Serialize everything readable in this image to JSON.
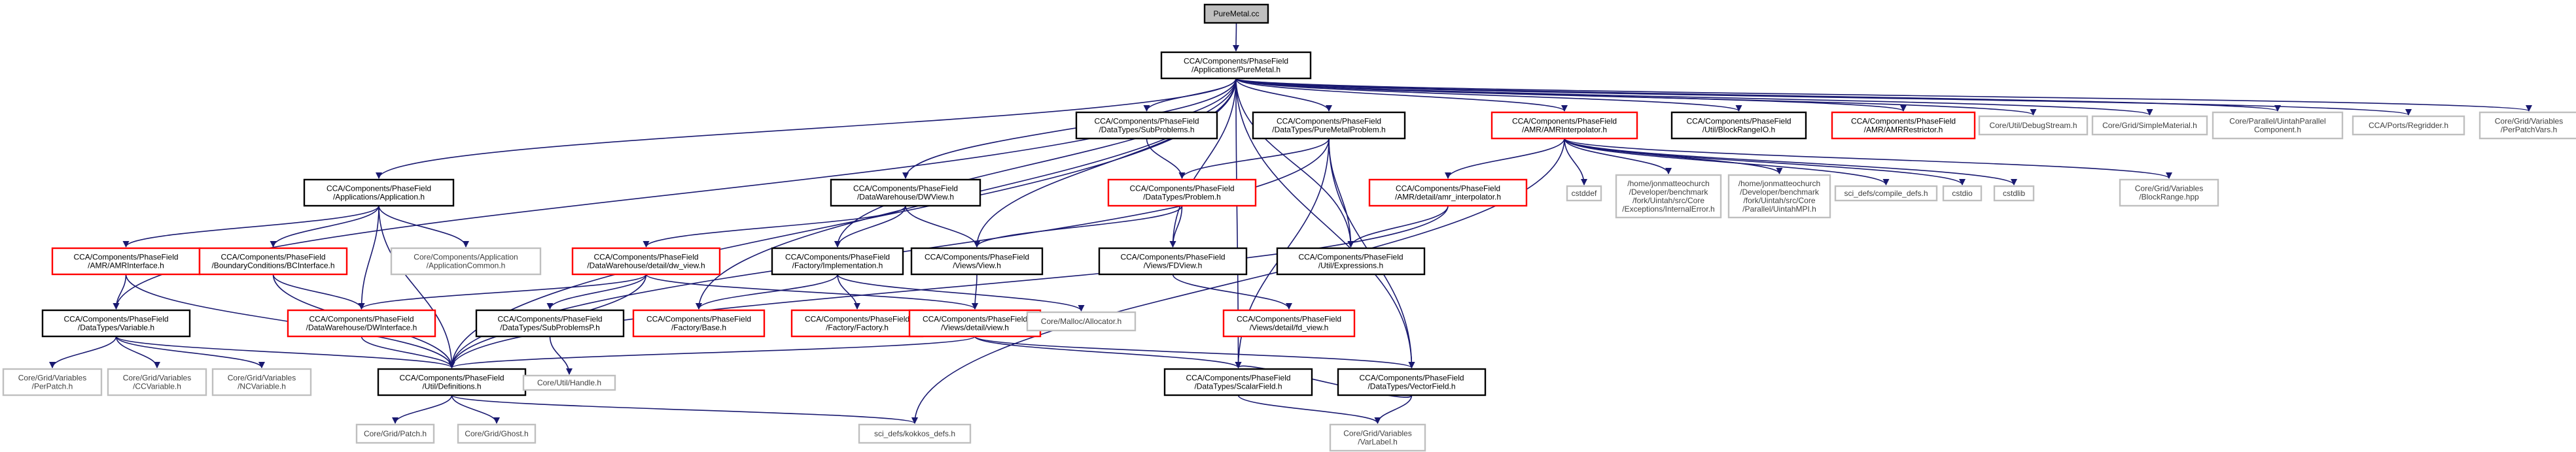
{
  "graph": {
    "nodes": [
      {
        "id": "root",
        "lines": [
          "PureMetal.cc"
        ],
        "style": "root"
      },
      {
        "id": "app_pm",
        "lines": [
          "CCA/Components/PhaseField",
          "/Applications/PureMetal.h"
        ],
        "style": "black"
      },
      {
        "id": "app_app",
        "lines": [
          "CCA/Components/PhaseField",
          "/Applications/Application.h"
        ],
        "style": "black"
      },
      {
        "id": "dw_dwview",
        "lines": [
          "CCA/Components/PhaseField",
          "/DataWarehouse/DWView.h"
        ],
        "style": "black"
      },
      {
        "id": "dt_subproblems",
        "lines": [
          "CCA/Components/PhaseField",
          "/DataTypes/SubProblems.h"
        ],
        "style": "black"
      },
      {
        "id": "dt_pmproblem",
        "lines": [
          "CCA/Components/PhaseField",
          "/DataTypes/PureMetalProblem.h"
        ],
        "style": "black"
      },
      {
        "id": "amr_interp",
        "lines": [
          "CCA/Components/PhaseField",
          "/AMR/AMRInterpolator.h"
        ],
        "style": "red"
      },
      {
        "id": "util_blockrange",
        "lines": [
          "CCA/Components/PhaseField",
          "/Util/BlockRangeIO.h"
        ],
        "style": "black"
      },
      {
        "id": "amr_restrictor",
        "lines": [
          "CCA/Components/PhaseField",
          "/AMR/AMRRestrictor.h"
        ],
        "style": "red"
      },
      {
        "id": "core_debug",
        "lines": [
          "Core/Util/DebugStream.h"
        ],
        "style": "gray"
      },
      {
        "id": "core_simplemat",
        "lines": [
          "Core/Grid/SimpleMaterial.h"
        ],
        "style": "gray"
      },
      {
        "id": "core_uintah",
        "lines": [
          "Core/Parallel/UintahParallel",
          "Component.h"
        ],
        "style": "gray"
      },
      {
        "id": "cca_regridder",
        "lines": [
          "CCA/Ports/Regridder.h"
        ],
        "style": "gray"
      },
      {
        "id": "core_perpatchvars",
        "lines": [
          "Core/Grid/Variables",
          "/PerPatchVars.h"
        ],
        "style": "gray"
      },
      {
        "id": "amr_interface",
        "lines": [
          "CCA/Components/PhaseField",
          "/AMR/AMRInterface.h"
        ],
        "style": "red"
      },
      {
        "id": "bc_interface",
        "lines": [
          "CCA/Components/PhaseField",
          "/BoundaryConditions/BCInterface.h"
        ],
        "style": "red"
      },
      {
        "id": "app_common",
        "lines": [
          "Core/Components/Application",
          "/ApplicationCommon.h"
        ],
        "style": "gray"
      },
      {
        "id": "dw_detail",
        "lines": [
          "CCA/Components/PhaseField",
          "/DataWarehouse/detail/dw_view.h"
        ],
        "style": "red"
      },
      {
        "id": "factory_impl",
        "lines": [
          "CCA/Components/PhaseField",
          "/Factory/Implementation.h"
        ],
        "style": "black"
      },
      {
        "id": "views_view",
        "lines": [
          "CCA/Components/PhaseField",
          "/Views/View.h"
        ],
        "style": "black"
      },
      {
        "id": "dt_problem",
        "lines": [
          "CCA/Components/PhaseField",
          "/DataTypes/Problem.h"
        ],
        "style": "red"
      },
      {
        "id": "views_fdview",
        "lines": [
          "CCA/Components/PhaseField",
          "/Views/FDView.h"
        ],
        "style": "black"
      },
      {
        "id": "amr_interp2",
        "lines": [
          "CCA/Components/PhaseField",
          "/AMR/detail/amr_interpolator.h"
        ],
        "style": "red"
      },
      {
        "id": "util_expr",
        "lines": [
          "CCA/Components/PhaseField",
          "/Util/Expressions.h"
        ],
        "style": "black"
      },
      {
        "id": "cstddef",
        "lines": [
          "cstddef"
        ],
        "style": "gray"
      },
      {
        "id": "home_internal",
        "lines": [
          "/home/jonmatteochurch",
          "/Developer/benchmark",
          "/fork/Uintah/src/Core",
          "/Exceptions/InternalError.h"
        ],
        "style": "gray"
      },
      {
        "id": "home_mpi",
        "lines": [
          "/home/jonmatteochurch",
          "/Developer/benchmark",
          "/fork/Uintah/src/Core",
          "/Parallel/UintahMPI.h"
        ],
        "style": "gray"
      },
      {
        "id": "sci_compile",
        "lines": [
          "sci_defs/compile_defs.h"
        ],
        "style": "gray"
      },
      {
        "id": "cstdio",
        "lines": [
          "cstdio"
        ],
        "style": "gray"
      },
      {
        "id": "cstdlib",
        "lines": [
          "cstdlib"
        ],
        "style": "gray"
      },
      {
        "id": "core_blockrange",
        "lines": [
          "Core/Grid/Variables",
          "/BlockRange.hpp"
        ],
        "style": "gray"
      },
      {
        "id": "dt_variable",
        "lines": [
          "CCA/Components/PhaseField",
          "/DataTypes/Variable.h"
        ],
        "style": "black"
      },
      {
        "id": "dw_dwinterface",
        "lines": [
          "CCA/Components/PhaseField",
          "/DataWarehouse/DWInterface.h"
        ],
        "style": "red"
      },
      {
        "id": "dt_subproblemsp",
        "lines": [
          "CCA/Components/PhaseField",
          "/DataTypes/SubProblemsP.h"
        ],
        "style": "black"
      },
      {
        "id": "factory_base",
        "lines": [
          "CCA/Components/PhaseField",
          "/Factory/Base.h"
        ],
        "style": "red"
      },
      {
        "id": "factory_factory",
        "lines": [
          "CCA/Components/PhaseField",
          "/Factory/Factory.h"
        ],
        "style": "red"
      },
      {
        "id": "views_detail_view",
        "lines": [
          "CCA/Components/PhaseField",
          "/Views/detail/view.h"
        ],
        "style": "red"
      },
      {
        "id": "views_detail_fd",
        "lines": [
          "CCA/Components/PhaseField",
          "/Views/detail/fd_view.h"
        ],
        "style": "red"
      },
      {
        "id": "core_malloc",
        "lines": [
          "Core/Malloc/Allocator.h"
        ],
        "style": "gray"
      },
      {
        "id": "core_perpatch",
        "lines": [
          "Core/Grid/Variables",
          "/PerPatch.h"
        ],
        "style": "gray"
      },
      {
        "id": "core_ccvariable",
        "lines": [
          "Core/Grid/Variables",
          "/CCVariable.h"
        ],
        "style": "gray"
      },
      {
        "id": "core_ncvariable",
        "lines": [
          "Core/Grid/Variables",
          "/NCVariable.h"
        ],
        "style": "gray"
      },
      {
        "id": "util_definitions",
        "lines": [
          "CCA/Components/PhaseField",
          "/Util/Definitions.h"
        ],
        "style": "black"
      },
      {
        "id": "core_handle",
        "lines": [
          "Core/Util/Handle.h"
        ],
        "style": "gray"
      },
      {
        "id": "dt_scalarfield",
        "lines": [
          "CCA/Components/PhaseField",
          "/DataTypes/ScalarField.h"
        ],
        "style": "black"
      },
      {
        "id": "dt_vectorfield",
        "lines": [
          "CCA/Components/PhaseField",
          "/DataTypes/VectorField.h"
        ],
        "style": "black"
      },
      {
        "id": "core_patch",
        "lines": [
          "Core/Grid/Patch.h"
        ],
        "style": "gray"
      },
      {
        "id": "core_ghost",
        "lines": [
          "Core/Grid/Ghost.h"
        ],
        "style": "gray"
      },
      {
        "id": "sci_kokkos",
        "lines": [
          "sci_defs/kokkos_defs.h"
        ],
        "style": "gray"
      },
      {
        "id": "core_varlabel",
        "lines": [
          "Core/Grid/Variables",
          "/VarLabel.h"
        ],
        "style": "gray"
      }
    ],
    "edges": [
      [
        "root",
        "app_pm"
      ],
      [
        "app_pm",
        "app_app"
      ],
      [
        "app_pm",
        "dw_dwview"
      ],
      [
        "app_pm",
        "dt_subproblems"
      ],
      [
        "app_pm",
        "dt_pmproblem"
      ],
      [
        "app_pm",
        "amr_interp"
      ],
      [
        "app_pm",
        "util_blockrange"
      ],
      [
        "app_pm",
        "amr_restrictor"
      ],
      [
        "app_pm",
        "core_debug"
      ],
      [
        "app_pm",
        "core_simplemat"
      ],
      [
        "app_pm",
        "core_uintah"
      ],
      [
        "app_pm",
        "cca_regridder"
      ],
      [
        "app_pm",
        "core_perpatchvars"
      ],
      [
        "app_pm",
        "dt_variable"
      ],
      [
        "app_pm",
        "factory_impl"
      ],
      [
        "app_pm",
        "views_view"
      ],
      [
        "app_pm",
        "views_fdview"
      ],
      [
        "app_pm",
        "util_expr"
      ],
      [
        "app_pm",
        "dt_scalarfield"
      ],
      [
        "app_pm",
        "dt_vectorfield"
      ],
      [
        "app_pm",
        "util_definitions"
      ],
      [
        "app_pm",
        "factory_base"
      ],
      [
        "app_app",
        "amr_interface"
      ],
      [
        "app_app",
        "bc_interface"
      ],
      [
        "app_app",
        "app_common"
      ],
      [
        "app_app",
        "dw_dwinterface"
      ],
      [
        "app_app",
        "util_definitions"
      ],
      [
        "dw_dwview",
        "dw_detail"
      ],
      [
        "dw_dwview",
        "factory_impl"
      ],
      [
        "dw_dwview",
        "views_view"
      ],
      [
        "dt_subproblems",
        "dt_problem"
      ],
      [
        "dt_pmproblem",
        "dt_problem"
      ],
      [
        "dt_pmproblem",
        "util_expr"
      ],
      [
        "dt_pmproblem",
        "dt_scalarfield"
      ],
      [
        "dt_pmproblem",
        "dt_vectorfield"
      ],
      [
        "dt_pmproblem",
        "util_definitions"
      ],
      [
        "amr_interp",
        "amr_interp2"
      ],
      [
        "amr_interp",
        "cstddef"
      ],
      [
        "amr_interp",
        "home_internal"
      ],
      [
        "amr_interp",
        "home_mpi"
      ],
      [
        "amr_interp",
        "sci_compile"
      ],
      [
        "amr_interp",
        "cstdio"
      ],
      [
        "amr_interp",
        "cstdlib"
      ],
      [
        "amr_interp",
        "core_blockrange"
      ],
      [
        "amr_interp",
        "sci_kokkos"
      ],
      [
        "amr_interface",
        "dt_variable"
      ],
      [
        "amr_interface",
        "util_definitions"
      ],
      [
        "bc_interface",
        "dw_dwinterface"
      ],
      [
        "bc_interface",
        "util_definitions"
      ],
      [
        "dw_detail",
        "dw_dwinterface"
      ],
      [
        "dw_detail",
        "dt_subproblemsp"
      ],
      [
        "dw_detail",
        "views_detail_view"
      ],
      [
        "dw_detail",
        "util_definitions"
      ],
      [
        "factory_impl",
        "factory_base"
      ],
      [
        "factory_impl",
        "factory_factory"
      ],
      [
        "factory_impl",
        "core_malloc"
      ],
      [
        "views_view",
        "views_detail_view"
      ],
      [
        "dt_problem",
        "views_view"
      ],
      [
        "dt_problem",
        "views_fdview"
      ],
      [
        "views_fdview",
        "views_detail_fd"
      ],
      [
        "amr_interp2",
        "util_expr"
      ],
      [
        "amr_interp2",
        "util_definitions"
      ],
      [
        "dt_variable",
        "core_perpatch"
      ],
      [
        "dt_variable",
        "core_ccvariable"
      ],
      [
        "dt_variable",
        "core_ncvariable"
      ],
      [
        "dt_variable",
        "util_definitions"
      ],
      [
        "dw_dwinterface",
        "util_definitions"
      ],
      [
        "dt_subproblemsp",
        "core_handle"
      ],
      [
        "views_detail_view",
        "dt_scalarfield"
      ],
      [
        "views_detail_view",
        "dt_vectorfield"
      ],
      [
        "views_detail_view",
        "util_definitions"
      ],
      [
        "util_definitions",
        "core_patch"
      ],
      [
        "util_definitions",
        "core_ghost"
      ],
      [
        "util_definitions",
        "sci_kokkos"
      ],
      [
        "dt_scalarfield",
        "core_varlabel"
      ],
      [
        "dt_vectorfield",
        "core_varlabel"
      ],
      [
        "dt_vectorfield",
        "dt_scalarfield"
      ]
    ]
  }
}
